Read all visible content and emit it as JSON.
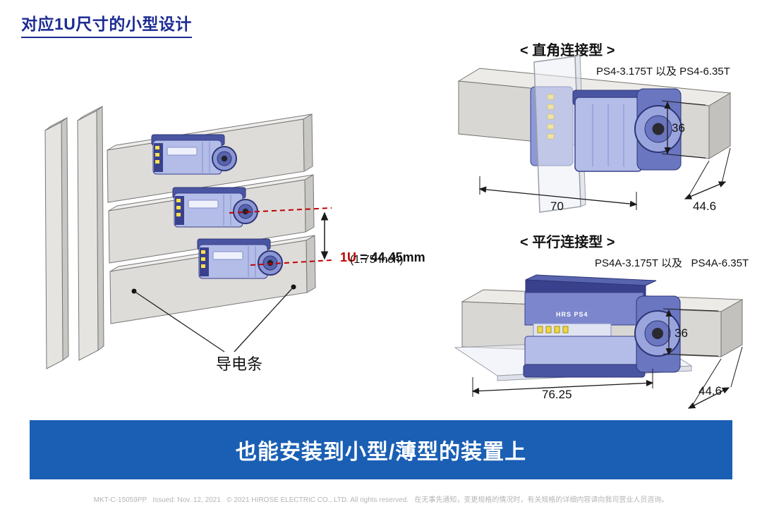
{
  "page": {
    "title": "对应1U尺寸的小型设计",
    "banner_text": "也能安装到小型/薄型的装置上",
    "footer_text": "MKT-C-15059PP   Issued: Nov. 12, 2021   © 2021 HIROSE ELECTRIC CO., LTD. All rights reserved.   在无事先通知，变更规格的情况时，有关规格的详细内容请向我司营业人员咨询。"
  },
  "left_figure": {
    "unit_label": "1U",
    "unit_value": "= 44.45mm",
    "unit_value_inch": "(1.75 inch)",
    "busbar_label": "导电条"
  },
  "right_angle": {
    "heading": "< 直角连接型 >",
    "models": "PS4-3.175T 以及 PS4-6.35T",
    "dim_width": "70",
    "dim_height": "36",
    "dim_depth": "44.6"
  },
  "parallel": {
    "heading": "< 平行连接型 >",
    "models": "PS4A-3.175T 以及   PS4A-6.35T",
    "marking": "HRS PS4",
    "dim_width": "76.25",
    "dim_height": "36",
    "dim_depth": "44.6"
  },
  "colors": {
    "title_blue": "#1c2b92",
    "banner_blue": "#1a5fb4",
    "accent_red": "#c00000",
    "connector_body_blue": "#b3bde8",
    "connector_navy": "#39418c",
    "busbar_gray": "#d9d7d4"
  }
}
